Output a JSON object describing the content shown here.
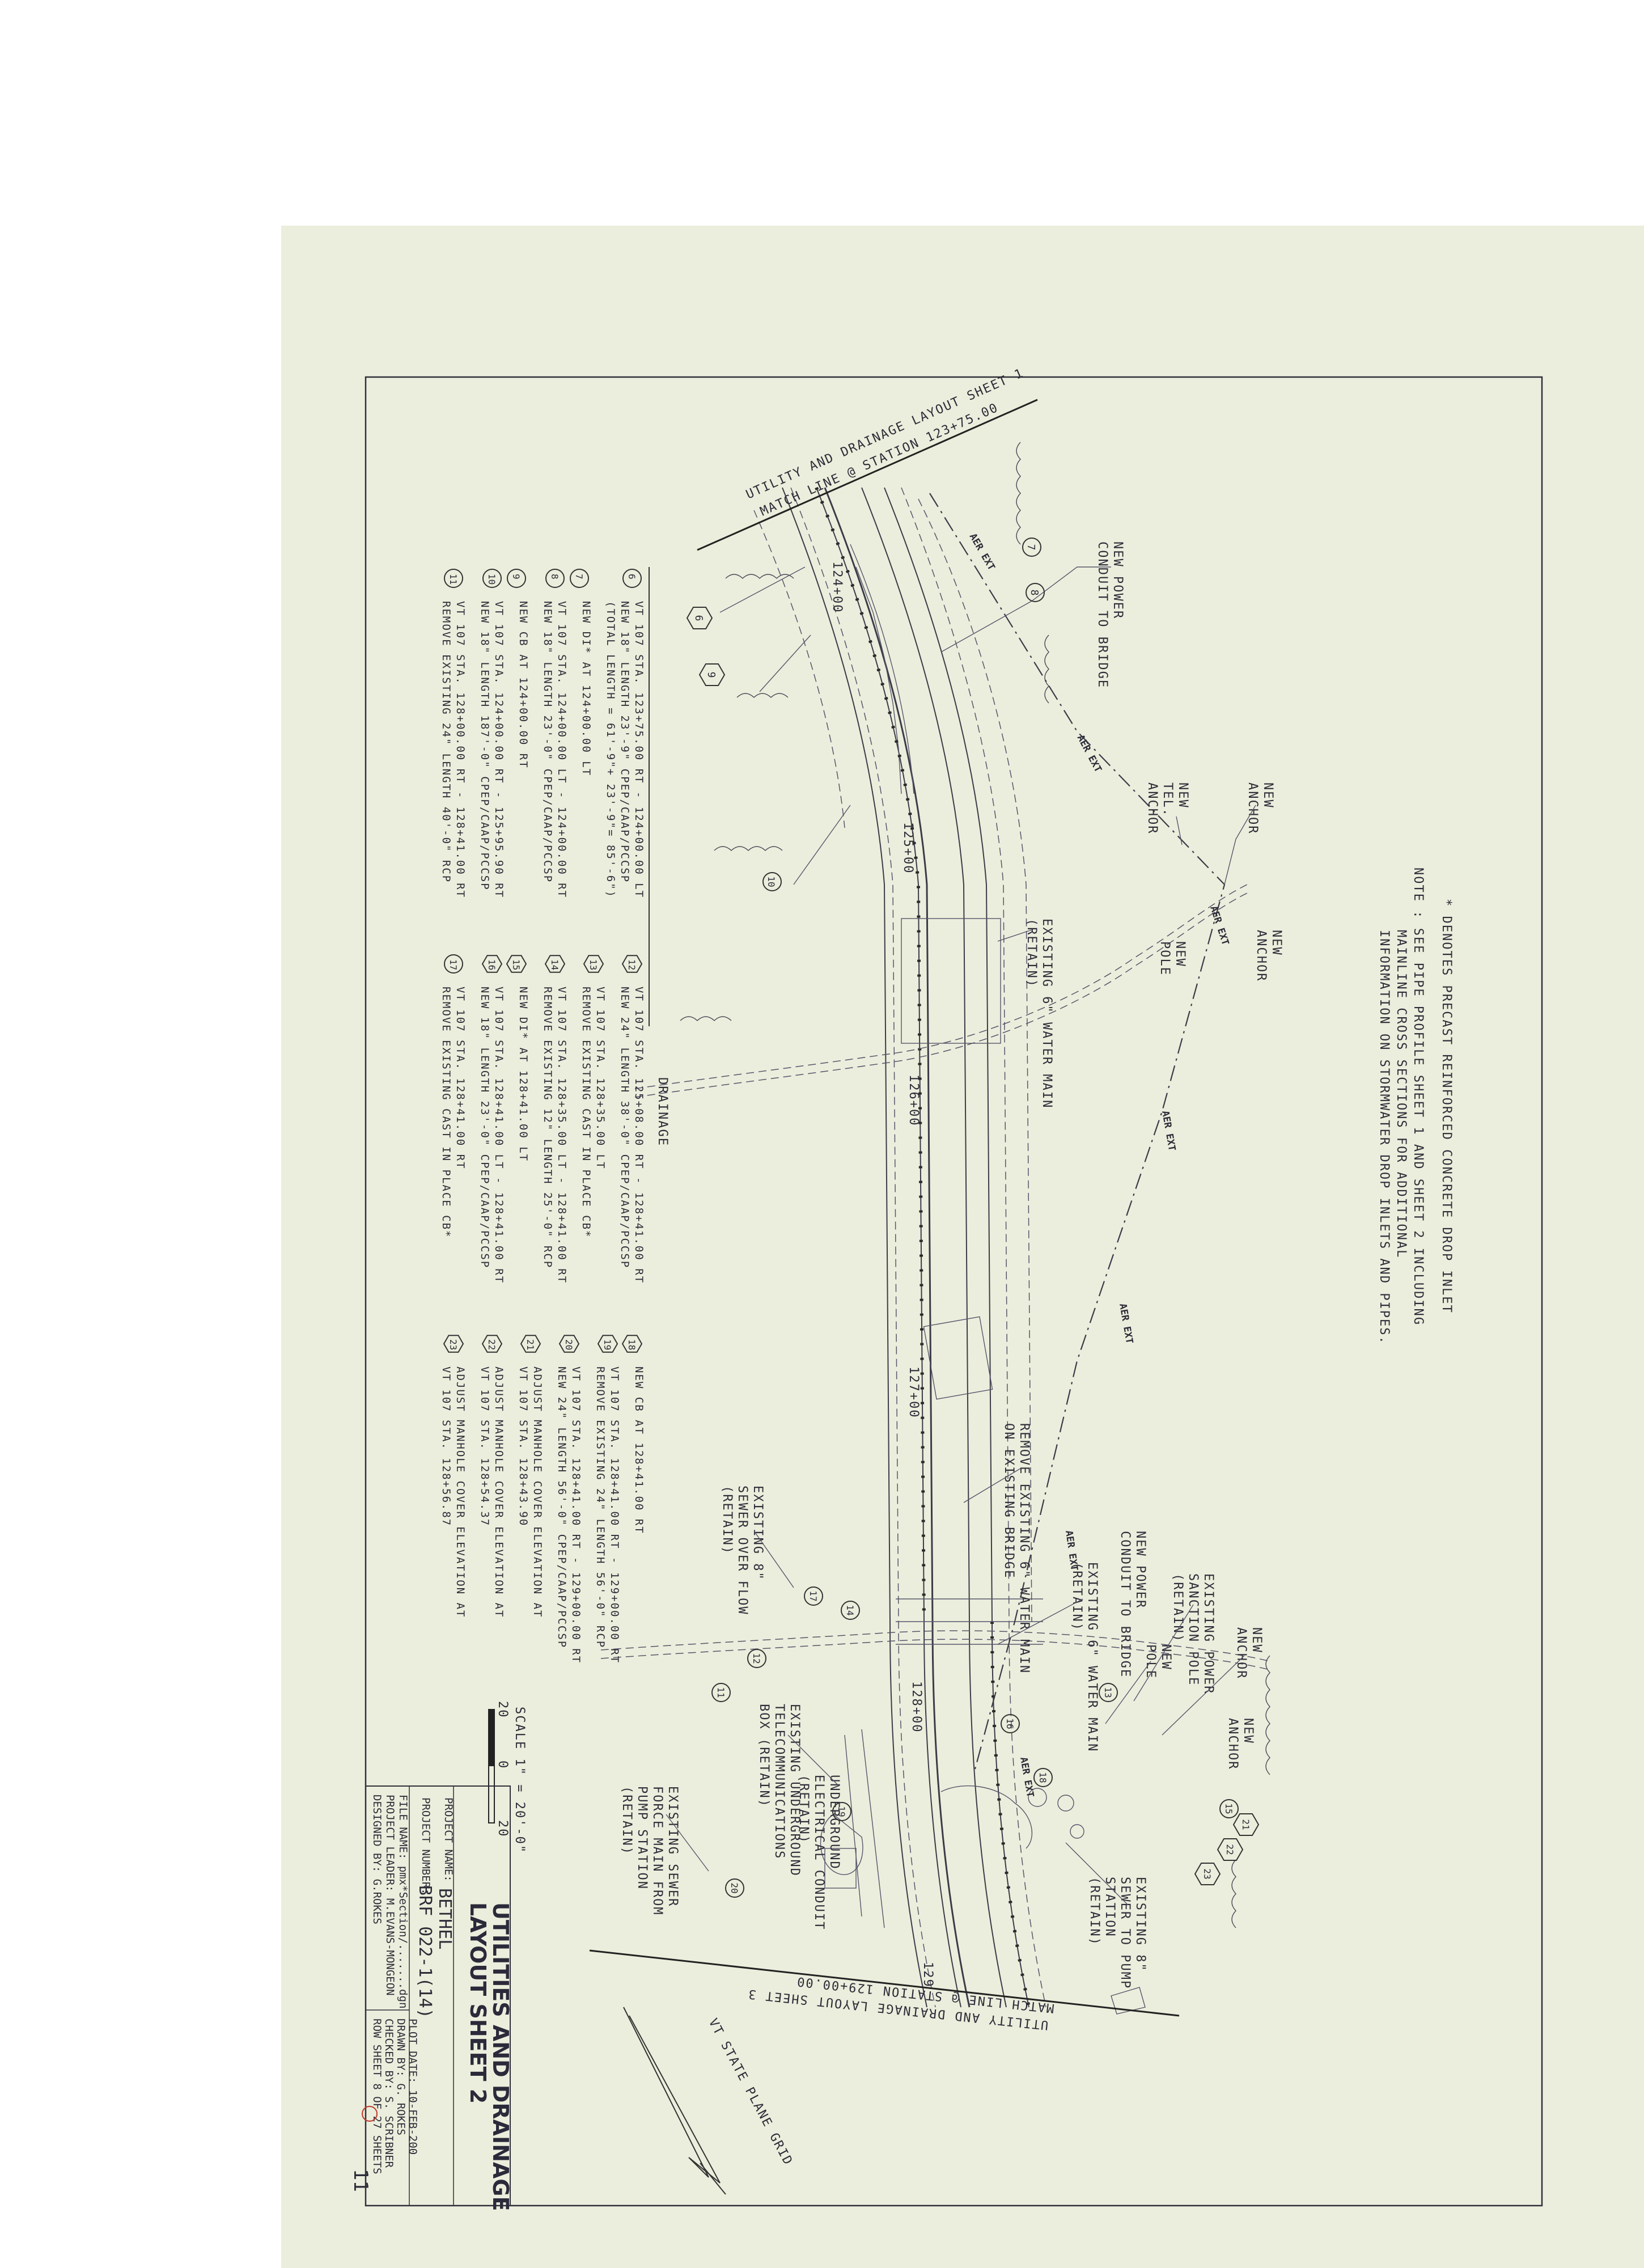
{
  "title_block": {
    "title_line1": "UTILITIES AND DRAINAGE",
    "title_line2": "LAYOUT SHEET 2",
    "project_name_label": "PROJECT NAME:",
    "project_name": "BETHEL",
    "project_number_label": "PROJECT NUMBER:",
    "project_number": "BRF 022-1(14)",
    "file_name": "FILE NAME: pmx*Section/.......dgn",
    "project_leader": "PROJECT LEADER: M.EVANS-MONGEON",
    "designed_by": "DESIGNED BY:    G.ROKES",
    "plot_date": "PLOT DATE: 10-FEB-200",
    "drawn_by": "DRAWN BY:  G. ROKES",
    "checked_by": "CHECKED BY: S. SCRIBNER",
    "sheet": "ROW SHEET 8 OF 27 SHEETS",
    "page_number": "11"
  },
  "notes": {
    "line1": "* DENOTES PRECAST REINFORCED CONCRETE DROP INLET",
    "line2": "NOTE : SEE PIPE PROFILE SHEET 1 AND SHEET 2 INCLUDING",
    "line3": "MAINLINE CROSS SECTIONS FOR ADDITIONAL",
    "line4": "INFORMATION ON STORMWATER DROP INLETS AND PIPES."
  },
  "scale": {
    "label": "SCALE 1\" = 20'-0\"",
    "tick0": "20",
    "tick1": "0",
    "tick2": "20"
  },
  "north_arrow": "VT STATE PLANE GRID",
  "match_lines": {
    "top_line1": "UTILITY AND DRAINAGE LAYOUT SHEET 1",
    "top_line2": "MATCH LINE @ STATION 123+75.00",
    "bottom_line1": "UTILITY AND DRAINAGE LAYOUT SHEET 3",
    "bottom_line2": "MATCH LINE @ STATION 129+00.00"
  },
  "stations": [
    "124+00",
    "125+00",
    "126+00",
    "127+00",
    "128+00",
    "129"
  ],
  "plan_labels": {
    "new_power_conduit": "NEW POWER\nCONDUIT TO BRIDGE",
    "new_anchor_1": "NEW\nANCHOR",
    "new_anchor_2": "NEW\nANCHOR",
    "new_tel_anchor": "NEW\nTEL.\nANCHOR",
    "new_pole": "NEW\nPOLE",
    "existing_water_main": "EXISTING 6\" WATER MAIN\n(RETAIN)",
    "drainage": "DRAINAGE",
    "remove_water_main": "REMOVE EXISTING 6\" WATER MAIN\nON EXISTING BRIDGE",
    "existing_sewer_overflow": "EXISTING 8\"\nSEWER OVER FLOW\n(RETAIN)",
    "new_power_conduit_2": "NEW POWER\nCONDUIT TO BRIDGE",
    "existing_water_main_2": "EXISTING 6\" WATER MAIN\n(RETAIN)",
    "existing_power_sanction_pole": "EXISTING POWER\nSANCTION POLE\n(RETAIN)",
    "new_anchor_3": "NEW\nANCHOR",
    "new_pole_2": "NEW\nPOLE",
    "new_anchor_4": "NEW\nANCHOR",
    "existing_underground_telecom": "EXISTING UNDERGROUND\nTELECOMMUNICATIONS\nBOX (RETAIN)",
    "underground_conduit": "UNDERGROUND\nELECTRICAL CONDUIT\n(RETAIN)",
    "existing_sewer_force_main": "EXISTING SEWER\nFORCE MAIN FROM\nPUMP STATION\n(RETAIN)",
    "existing_sewer_pump": "EXISTING 8\"\nSEWER TO PUMP\nSTATION\n(RETAIN)",
    "aer_ext": "AER EXT"
  },
  "callouts_col1": [
    {
      "num": "6",
      "text": "VT 107 STA. 123+75.00 RT - 124+00.00 LT\nNEW 18\" LENGTH 23'-9\" CPEP/CAAP/PCCSP\n(TOTAL LENGTH = 61'-9\"+ 23'-9\"= 85'-6\")"
    },
    {
      "num": "7",
      "text": "NEW DI* AT 124+00.00 LT"
    },
    {
      "num": "8",
      "text": "VT 107 STA. 124+00.00 LT - 124+00.00 RT\nNEW 18\" LENGTH 23'-0\" CPEP/CAAP/PCCSP"
    },
    {
      "num": "9",
      "text": "NEW CB AT 124+00.00 RT"
    },
    {
      "num": "10",
      "text": "VT 107 STA. 124+00.00 RT - 125+95.90 RT\nNEW 18\" LENGTH 187'-0\" CPEP/CAAP/PCCSP"
    },
    {
      "num": "11",
      "text": "VT 107 STA. 128+00.00 RT - 128+41.00 RT\nREMOVE EXISTING 24\" LENGTH 40'-0\" RCP"
    }
  ],
  "callouts_col2": [
    {
      "num": "12",
      "text": "VT 107 STA. 125+08.00 RT - 128+41.00 RT\nNEW 24\" LENGTH 38'-0\" CPEP/CAAP/PCCSP"
    },
    {
      "num": "13",
      "text": "VT 107 STA. 128+35.00 LT\nREMOVE EXISTING CAST IN PLACE CB*"
    },
    {
      "num": "14",
      "text": "VT 107 STA. 128+35.00 LT - 128+41.00 RT\nREMOVE EXISTING 12\" LENGTH 25'-0\" RCP"
    },
    {
      "num": "15",
      "text": "NEW DI* AT 128+41.00 LT"
    },
    {
      "num": "16",
      "text": "VT  107 STA. 128+41.00 LT - 128+41.00 RT\nNEW 18\" LENGTH 23'-0\" CPEP/CAAP/PCCSP"
    },
    {
      "num": "17",
      "text": "VT 107 STA. 128+41.00 RT\nREMOVE EXISTING CAST IN PLACE CB*"
    }
  ],
  "callouts_col3": [
    {
      "num": "18",
      "text": "NEW CB AT 128+41.00 RT"
    },
    {
      "num": "19",
      "text": "VT 107 STA. 128+41.00 RT - 129+00.00 RT\nREMOVE EXISTING 24\" LENGTH 56'-0\" RCP"
    },
    {
      "num": "20",
      "text": "VT 107 STA. 128+41.00 RT - 129+00.00 RT\nNEW 24\" LENGTH 56'-0\" CPEP/CAAP/PCCSP"
    },
    {
      "num": "21",
      "text": "ADJUST MANHOLE COVER ELEVATION AT\nVT 107 STA. 128+43.90"
    },
    {
      "num": "22",
      "text": "ADJUST MANHOLE COVER ELEVATION AT\nVT 107 STA. 128+54.37"
    },
    {
      "num": "23",
      "text": "ADJUST MANHOLE COVER ELEVATION AT\nVT 107 STA. 128+56.87"
    }
  ],
  "plan_markers": [
    "6",
    "7",
    "8",
    "9",
    "10",
    "11",
    "12",
    "13",
    "14",
    "15",
    "16",
    "17",
    "18",
    "19",
    "20",
    "21",
    "22",
    "23"
  ]
}
